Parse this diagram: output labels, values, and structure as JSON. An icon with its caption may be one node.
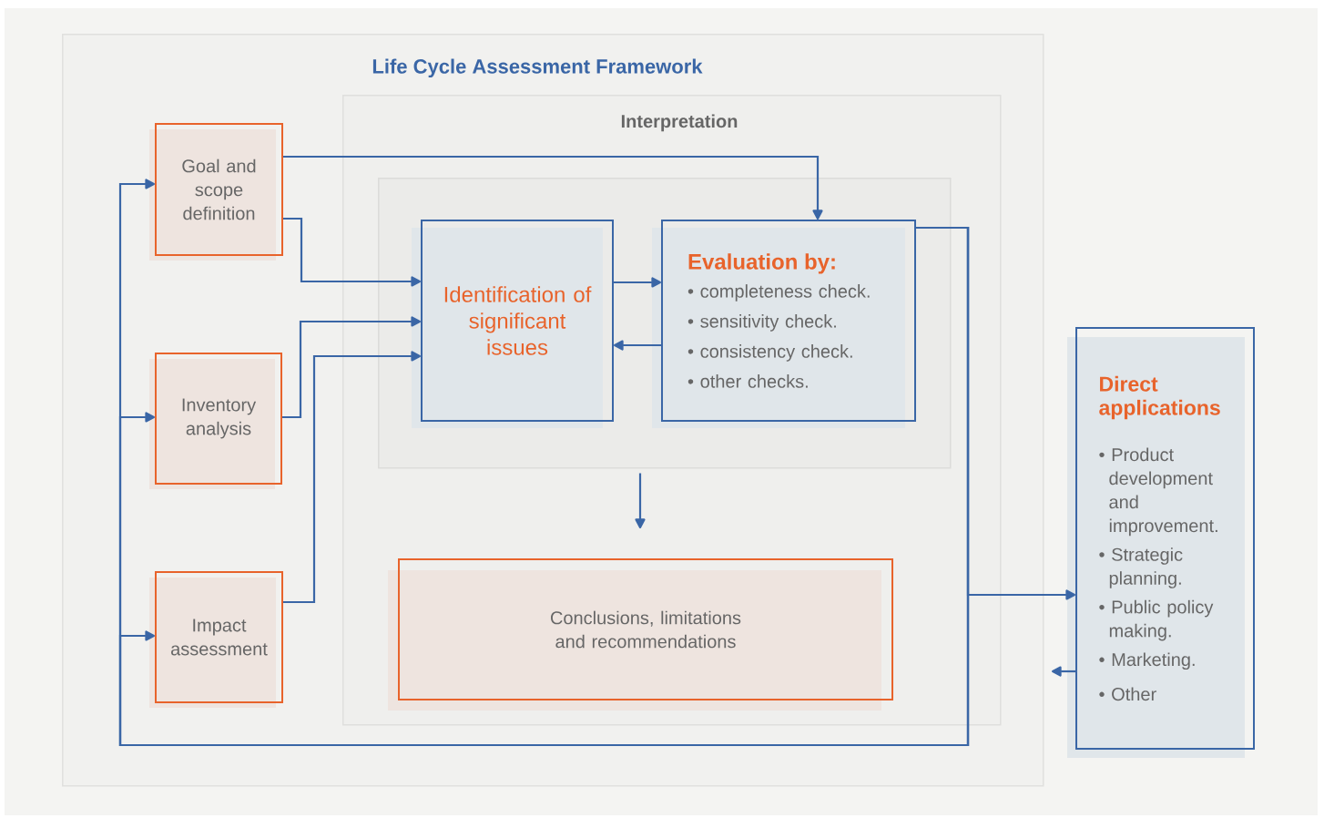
{
  "diagram": {
    "nodes": [
      {
        "text": [
          "Life Cycle Assessment Framework"
        ]
      },
      {
        "text": [
          "Goal and scope definition"
        ],
        "in": 0
      },
      {
        "text": [
          "Inventory analysis"
        ],
        "in": 0
      },
      {
        "text": [
          "Impact assessment"
        ],
        "in": 0
      },
      {
        "text": [
          "Interpretation"
        ],
        "in": 0
      },
      {
        "text": [],
        "shape": "box",
        "in": 4
      },
      {
        "text": [
          "Identification of significant issues"
        ],
        "in": 5
      },
      {
        "text": [
          "Evaluation by:",
          "• completeness check.",
          "• sensitivity check.",
          "• consistency check.",
          "• other checks."
        ],
        "in": 5
      },
      {
        "text": [
          "Conclusions, limitations and recommendations"
        ],
        "in": 4
      },
      {
        "text": [
          "Direct applications",
          "• Product development and improvement.",
          "• Strategic planning.",
          "• Public policy making.",
          "• Marketing.",
          "• Other"
        ]
      }
    ],
    "edges": [
      {
        "from": 1,
        "to": 7,
        "arrow": "to"
      },
      {
        "from": 1,
        "to": 6,
        "arrow": "to"
      },
      {
        "from": 2,
        "to": 6,
        "arrow": "to"
      },
      {
        "from": 3,
        "to": 6,
        "arrow": "to"
      },
      {
        "from": 6,
        "to": 7,
        "arrow": "to"
      },
      {
        "from": 7,
        "to": 6,
        "arrow": "to"
      },
      {
        "from": 5,
        "to": 8,
        "arrow": "to"
      },
      {
        "from": 7,
        "to": 1,
        "arrow": "to"
      },
      {
        "from": 7,
        "to": 2,
        "arrow": "to"
      },
      {
        "from": 7,
        "to": 3,
        "arrow": "to"
      },
      {
        "from": 7,
        "to": 9,
        "arrow": "to"
      },
      {
        "from": 9,
        "to": null,
        "arrow": "to"
      }
    ]
  }
}
